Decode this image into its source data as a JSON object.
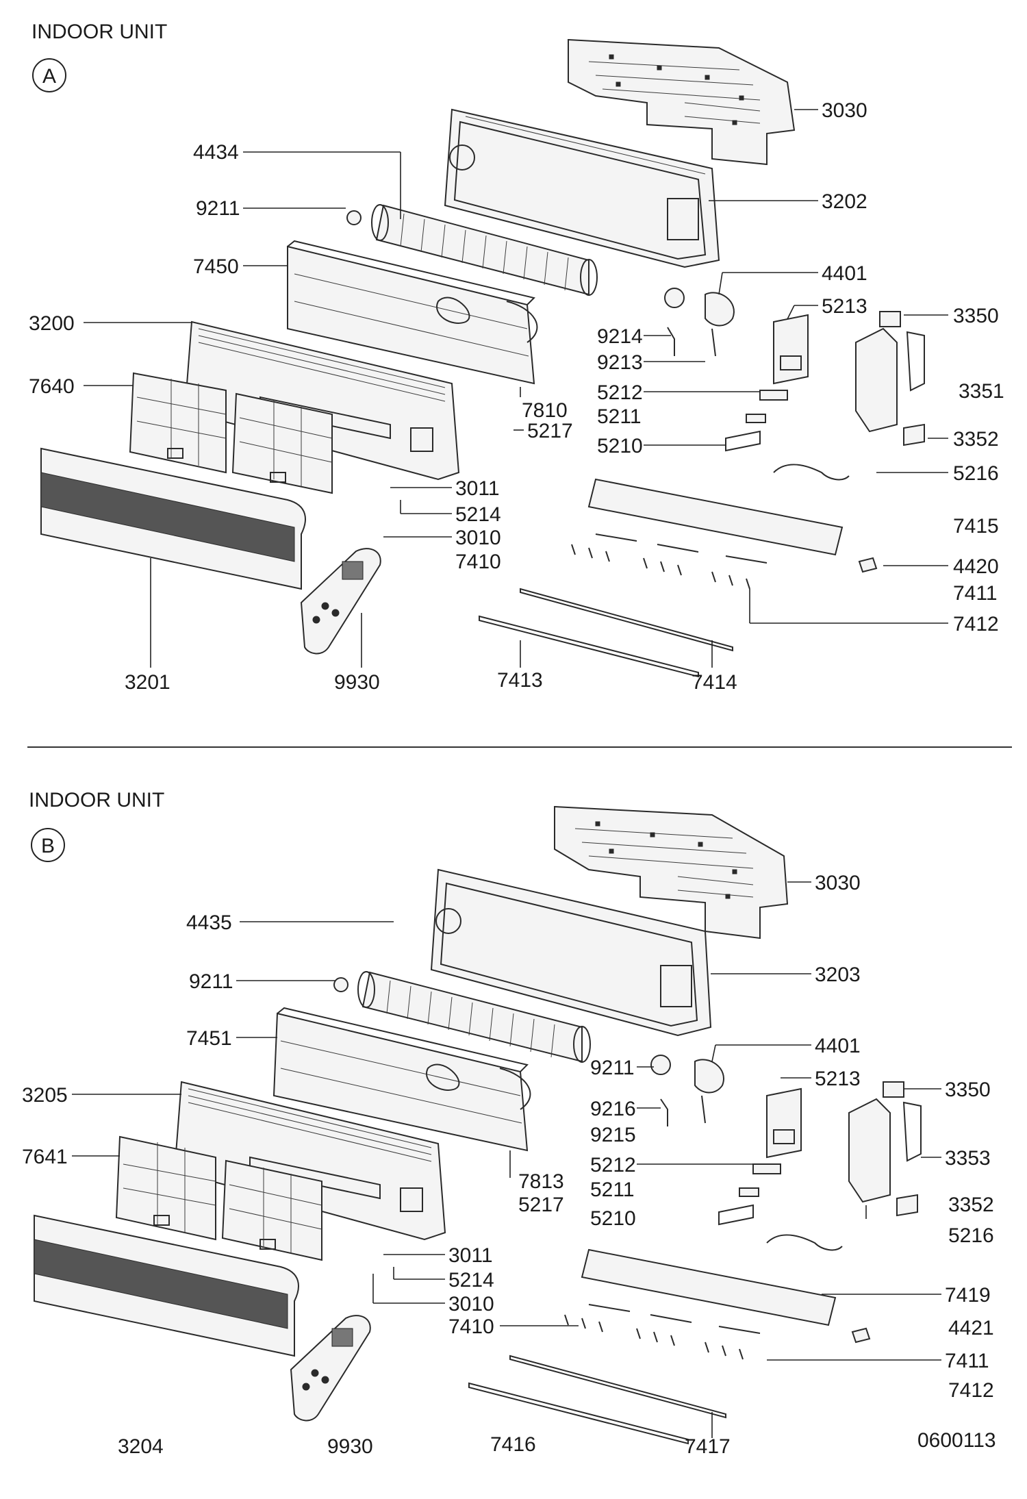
{
  "sections": [
    {
      "title": "INDOOR UNIT",
      "badge": "A",
      "labels": [
        "3030",
        "4434",
        "3202",
        "9211",
        "7450",
        "4401",
        "5213",
        "3200",
        "9214",
        "3350",
        "9213",
        "7640",
        "5212",
        "3351",
        "5211",
        "7810",
        "5217",
        "5210",
        "3352",
        "3011",
        "5216",
        "5214",
        "3010",
        "7415",
        "7410",
        "4420",
        "7411",
        "7412",
        "3201",
        "9930",
        "7413",
        "7414"
      ]
    },
    {
      "title": "INDOOR UNIT",
      "badge": "B",
      "labels": [
        "3030",
        "4435",
        "3203",
        "9211",
        "7451",
        "4401",
        "9211",
        "5213",
        "3205",
        "3350",
        "9216",
        "9215",
        "7641",
        "3353",
        "5212",
        "7813",
        "5211",
        "5217",
        "3352",
        "5210",
        "5216",
        "3011",
        "5214",
        "7419",
        "3010",
        "7410",
        "4421",
        "7411",
        "7412",
        "3204",
        "9930",
        "7416",
        "7417"
      ]
    }
  ],
  "drawing_number": "0600113"
}
